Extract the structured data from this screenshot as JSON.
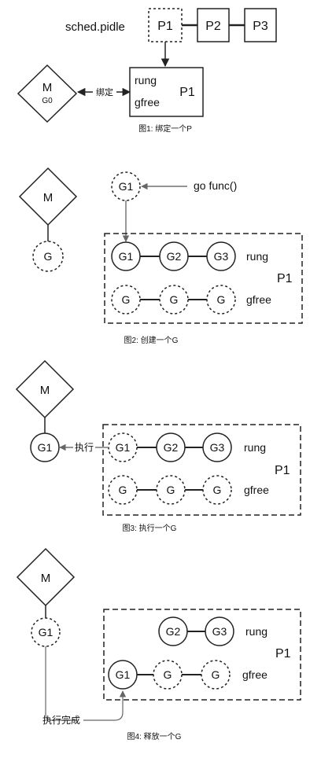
{
  "fig1": {
    "sched_label": "sched.pidle",
    "p_nodes": [
      "P1",
      "P2",
      "P3"
    ],
    "m_label": "M",
    "g0_label": "G0",
    "bind_label": "绑定",
    "box_rung": "rung",
    "box_gfree": "gfree",
    "box_p": "P1",
    "caption": "图1: 绑定一个P"
  },
  "fig2": {
    "m_label": "M",
    "g_label": "G",
    "new_g": "G1",
    "go_label": "go func()",
    "rung_nodes": [
      "G1",
      "G2",
      "G3"
    ],
    "rung_label": "rung",
    "gfree_nodes": [
      "G",
      "G",
      "G"
    ],
    "gfree_label": "gfree",
    "p_label": "P1",
    "caption": "图2:  创建一个G"
  },
  "fig3": {
    "m_label": "M",
    "g_label": "G1",
    "exec_label": "执行",
    "rung_nodes": [
      "G1",
      "G2",
      "G3"
    ],
    "rung_label": "rung",
    "gfree_nodes": [
      "G",
      "G",
      "G"
    ],
    "gfree_label": "gfree",
    "p_label": "P1",
    "caption": "图3:  执行一个G"
  },
  "fig4": {
    "m_label": "M",
    "g_label": "G1",
    "rung_nodes": [
      "G2",
      "G3"
    ],
    "rung_label": "rung",
    "gfree_nodes": [
      "G1",
      "G",
      "G"
    ],
    "gfree_label": "gfree",
    "p_label": "P1",
    "done_label": "执行完成",
    "caption": "图4:  释放一个G"
  }
}
